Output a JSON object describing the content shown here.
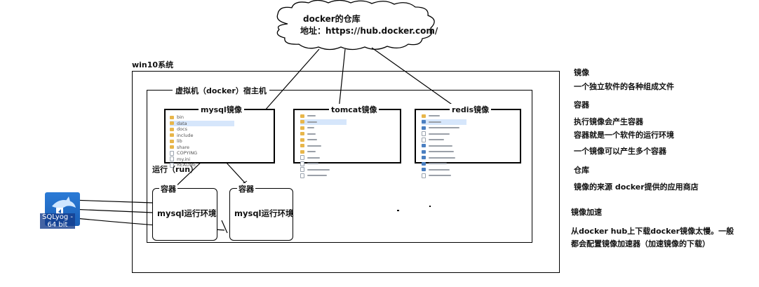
{
  "cloud": {
    "line1": "docker的仓库",
    "line2": "地址：https://hub.docker.com/"
  },
  "win_label": "win10系统",
  "vm_label": "虚拟机（docker）宿主机",
  "images": [
    {
      "label": "mysql镜像",
      "files": [
        "bin",
        "data",
        "docs",
        "include",
        "lib",
        "share",
        "COPYING",
        "my.ini",
        "README"
      ]
    },
    {
      "label": "tomcat镜像"
    },
    {
      "label": "redis镜像"
    }
  ],
  "run_label": "运行（run）",
  "containers": [
    {
      "label": "容器",
      "text": "mysql运行环境"
    },
    {
      "label": "容器",
      "text": "mysql运行环境"
    }
  ],
  "app": {
    "label": "SQLyog - 64 bit"
  },
  "right": {
    "s1_title": "镜像",
    "s1_text": "一个独立软件的各种组成文件",
    "s2_title": "容器",
    "s2_line1": "执行镜像会产生容器",
    "s2_line2": "容器就是一个软件的运行环境",
    "s2_line3": "一个镜像可以产生多个容器",
    "s3_title": "仓库",
    "s3_text": "镜像的来源 docker提供的应用商店",
    "s4_title": "镜像加速",
    "s4_line1": "从docker hub上下载docker镜像太慢。一般",
    "s4_line2": "都会配置镜像加速器（加速镜像的下载）"
  }
}
